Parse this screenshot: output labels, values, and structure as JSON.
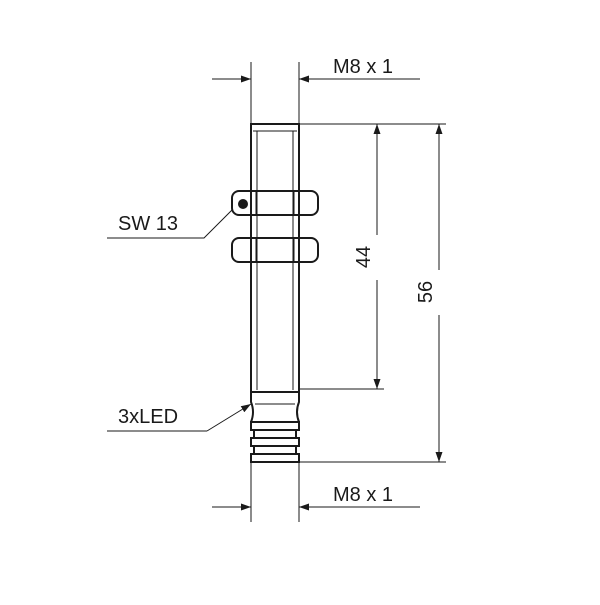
{
  "labels": {
    "thread_top": "M8 x 1",
    "thread_bottom": "M8 x 1",
    "wrench_size": "SW 13",
    "led": "3xLED",
    "dim_short": "44",
    "dim_long": "56"
  },
  "colors": {
    "line": "#1a1a1a",
    "background": "#ffffff"
  }
}
